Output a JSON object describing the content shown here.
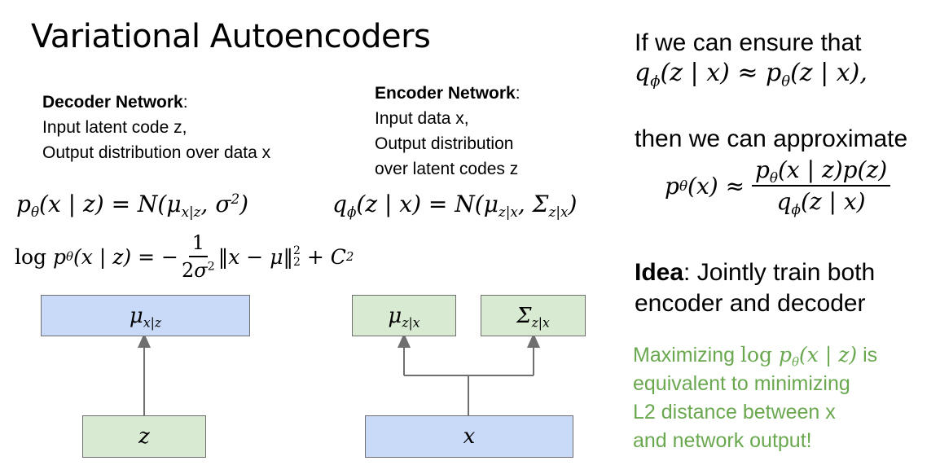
{
  "title": "Variational Autoencoders",
  "decoder": {
    "heading": "Decoder Network",
    "colon": ":",
    "line1": "Input latent code z,",
    "line2": "Output distribution over data x"
  },
  "encoder": {
    "heading": "Encoder Network",
    "colon": ":",
    "line1": "Input data x,",
    "line2": "Output distribution",
    "line3": "over latent codes z"
  },
  "equations": {
    "decoder_dist": "pθ(x | z) = N(μx|z, σ²)",
    "log_likelihood": "log pθ(x | z) = −(1 / 2σ²) ||x − μ||₂² + C₂",
    "encoder_dist": "qϕ(z | x) = N(μz|x, Σz|x)"
  },
  "diagram": {
    "decoder_output": "μx|z",
    "decoder_input": "z",
    "encoder_output_mean": "μz|x",
    "encoder_output_cov": "Σz|x",
    "encoder_input": "x"
  },
  "right": {
    "line1": "If we can ensure that",
    "condition": "qϕ(z | x) ≈ pθ(z | x),",
    "line2": "then we can approximate",
    "approximation": "pθ(x) ≈ pθ(x | z)p(z) / qϕ(z | x)",
    "idea_label": "Idea",
    "idea_rest": ": Jointly train both",
    "idea_line2": "encoder and decoder",
    "green_prefix": "Maximizing",
    "green_math": "log pθ(x | z)",
    "green_suffix": " is",
    "green_line2": "equivalent to minimizing",
    "green_line3": "L2 distance between x",
    "green_line4": "and network output!"
  },
  "colors": {
    "blue_box": "#c9daf8",
    "green_box": "#d9ead3",
    "green_text": "#6aa84f",
    "arrow": "#6f6f6f"
  }
}
